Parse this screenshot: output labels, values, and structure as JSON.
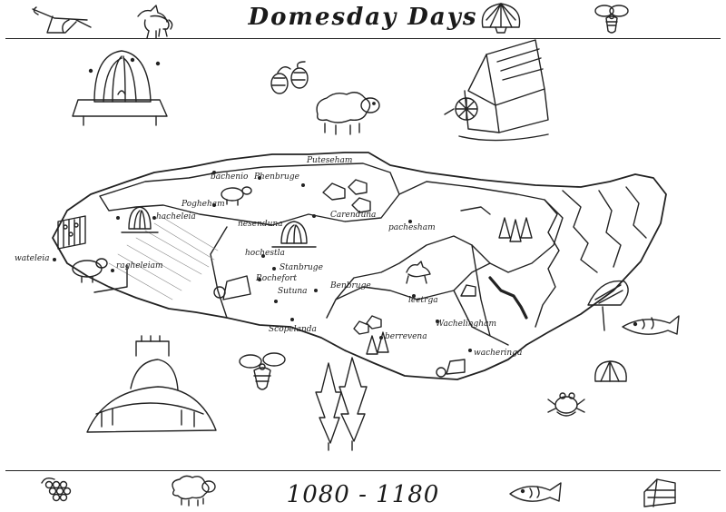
{
  "header": {
    "title": "Domesday Days"
  },
  "footer": {
    "years": "1080 - 1180"
  },
  "places": [
    {
      "id": "bachenio",
      "label": "bachenio"
    },
    {
      "id": "phenbruge",
      "label": "Phenbruge"
    },
    {
      "id": "puteselam",
      "label": "Puteseham"
    },
    {
      "id": "pogheham",
      "label": "Pogheham"
    },
    {
      "id": "hacheleia",
      "label": "hacheleia"
    },
    {
      "id": "nesenduna",
      "label": "nesenduna"
    },
    {
      "id": "carenduna",
      "label": "Carenduna"
    },
    {
      "id": "pachesham",
      "label": "pachesham"
    },
    {
      "id": "wateleia",
      "label": "wateleia"
    },
    {
      "id": "ragheleiam",
      "label": "ragheleiam"
    },
    {
      "id": "hochestla",
      "label": "hochestla"
    },
    {
      "id": "stanbruge",
      "label": "Stanbruge"
    },
    {
      "id": "rochefort",
      "label": "Rochefort"
    },
    {
      "id": "sutuna",
      "label": "Sutuna"
    },
    {
      "id": "benbruge",
      "label": "Benbruge"
    },
    {
      "id": "leetrga",
      "label": "leetrga"
    },
    {
      "id": "wachelingham",
      "label": "Wachelingham"
    },
    {
      "id": "scopelanda",
      "label": "Scopelanda"
    },
    {
      "id": "berrevena",
      "label": "berrevena"
    },
    {
      "id": "wacheringa",
      "label": "wacheringa"
    }
  ]
}
